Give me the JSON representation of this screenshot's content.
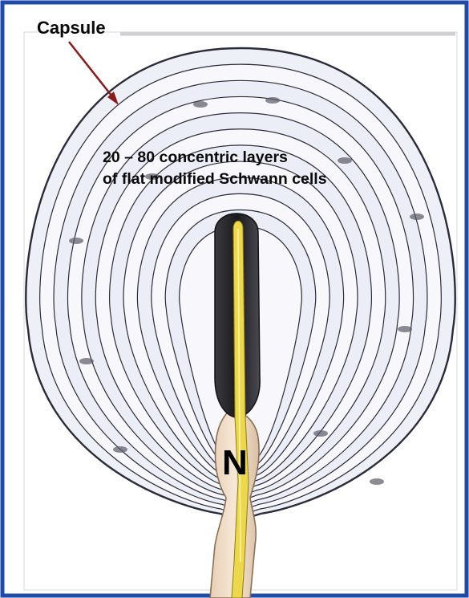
{
  "labels": {
    "capsule": "Capsule",
    "layers_line1": "20 – 80 concentric layers",
    "layers_line2": "of flat modified Schwann cells",
    "nerve": "N"
  },
  "colors": {
    "frame_blue": "#1f4aa8",
    "arrow_red": "#8b1a1a",
    "lamella_fill": "#f3f3fa",
    "lamella_stroke": "#2b2b3a",
    "core_dark": "#222226",
    "nerve_fiber": "#ecd84a",
    "nerve_sheath": "#f0dcc7"
  }
}
